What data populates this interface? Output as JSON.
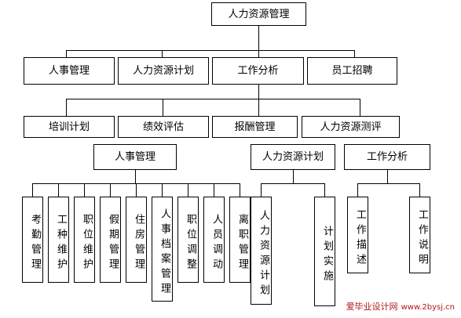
{
  "root": "人力资源管理",
  "level1": [
    "人事管理",
    "人力资源计划",
    "工作分析",
    "员工招聘"
  ],
  "level2": [
    "培训计划",
    "绩效评估",
    "报酬管理",
    "人力资源测评"
  ],
  "groups": {
    "personnel": {
      "title": "人事管理",
      "items": [
        "考勤管理",
        "工种维护",
        "职位维护",
        "假期管理",
        "住房管理",
        "人事档案管理",
        "职位调整",
        "人员调动",
        "离职管理"
      ]
    },
    "hrplan": {
      "title": "人力资源计划",
      "items": [
        "人力资源计划",
        "计划实施"
      ]
    },
    "jobanalysis": {
      "title": "工作分析",
      "items": [
        "工作描述",
        "工作说明"
      ]
    }
  },
  "watermark": {
    "text": "爱毕业设计网",
    "url": "www.2bysj.cn"
  }
}
